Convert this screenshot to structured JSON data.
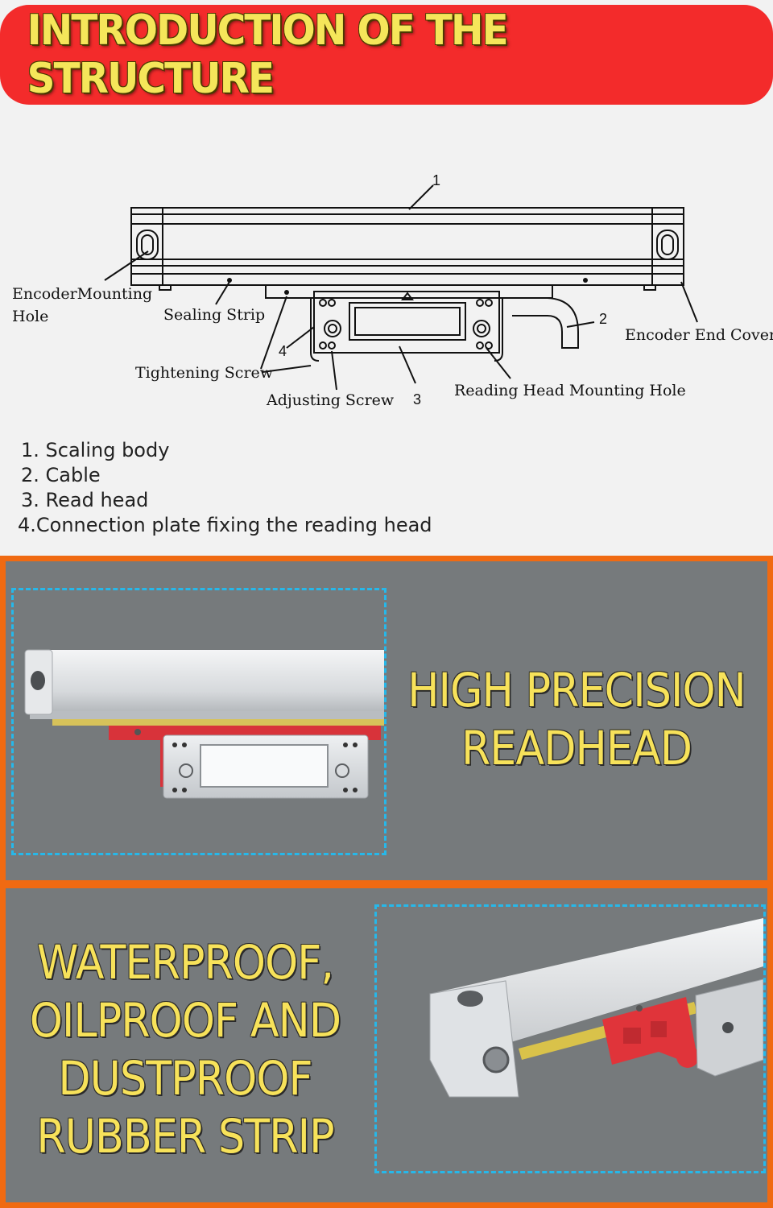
{
  "header": {
    "title": "INTRODUCTION OF THE STRUCTURE"
  },
  "diagram": {
    "labels": {
      "encoder_mounting_hole_1": "EncoderMounting",
      "encoder_mounting_hole_2": "Hole",
      "sealing_strip": "Sealing Strip",
      "tightening_screw": "Tightening Screw",
      "adjusting_screw": "Adjusting Screw",
      "reading_head_mounting_hole": "Reading Head Mounting Hole",
      "encoder_end_cover": "Encoder End Cover"
    },
    "callouts": {
      "n1": "1",
      "n2": "2",
      "n3": "3",
      "n4": "4"
    }
  },
  "legend": [
    "1. Scaling body",
    "2. Cable",
    "3. Read head",
    "4.Connection plate fixing the reading head"
  ],
  "features": {
    "readhead": {
      "line1": "HIGH PRECISION",
      "line2": "READHEAD"
    },
    "strip": {
      "line1": "WATERPROOF,",
      "line2": "OILPROOF AND",
      "line3": "DUSTPROOF",
      "line4": "RUBBER STRIP"
    }
  },
  "colors": {
    "header_bg": "#f32b2b",
    "title_yellow": "#f5e65a",
    "panel_bg": "#767a7c",
    "panel_border": "#f06a12",
    "dash_blue": "#26b8ea"
  }
}
